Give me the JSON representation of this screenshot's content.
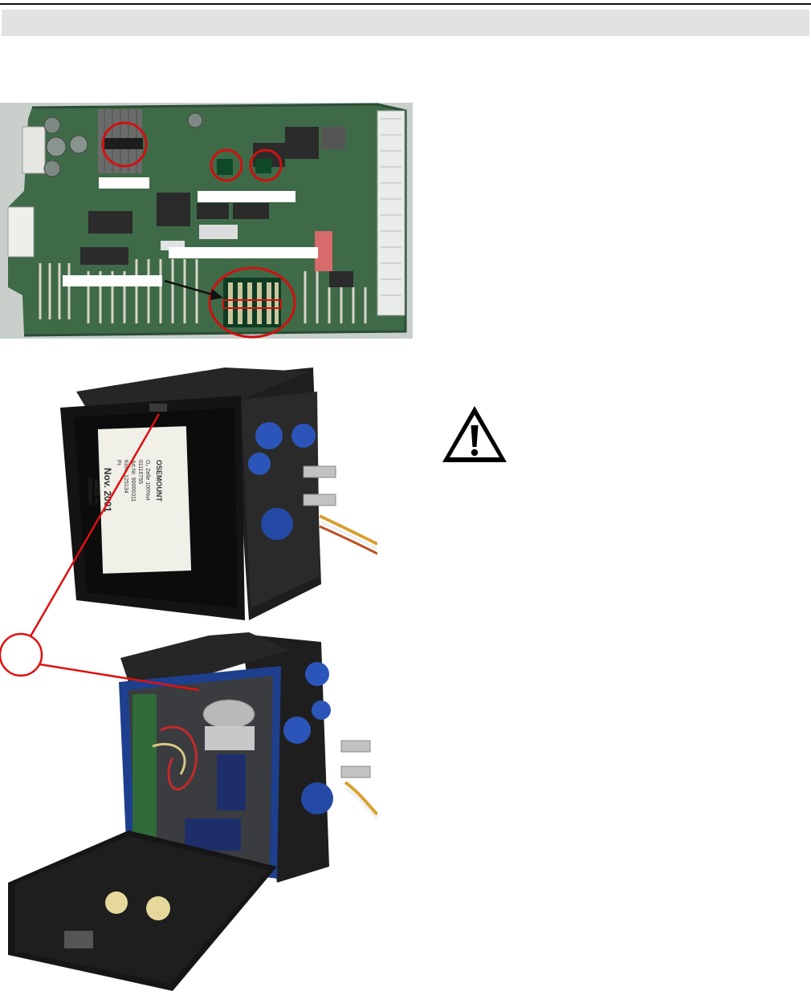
{
  "page": {
    "header_bar_color": "#e2e2e2"
  },
  "pcb_figure": {
    "circle_color": "#d01010",
    "label_box_color": "#ffffff"
  },
  "module_label_lines": [
    "OSEMOUNT",
    "O₂ Zelle 100%vt",
    "01116755",
    "Art.Nr. 90000311",
    "Kom. 125134",
    "Pr.",
    "Nov. 2001",
    "MADE IN",
    "GERMANY"
  ],
  "callout": {
    "line_color": "#e01010"
  },
  "warning": {
    "icon": "warning-triangle-icon"
  }
}
